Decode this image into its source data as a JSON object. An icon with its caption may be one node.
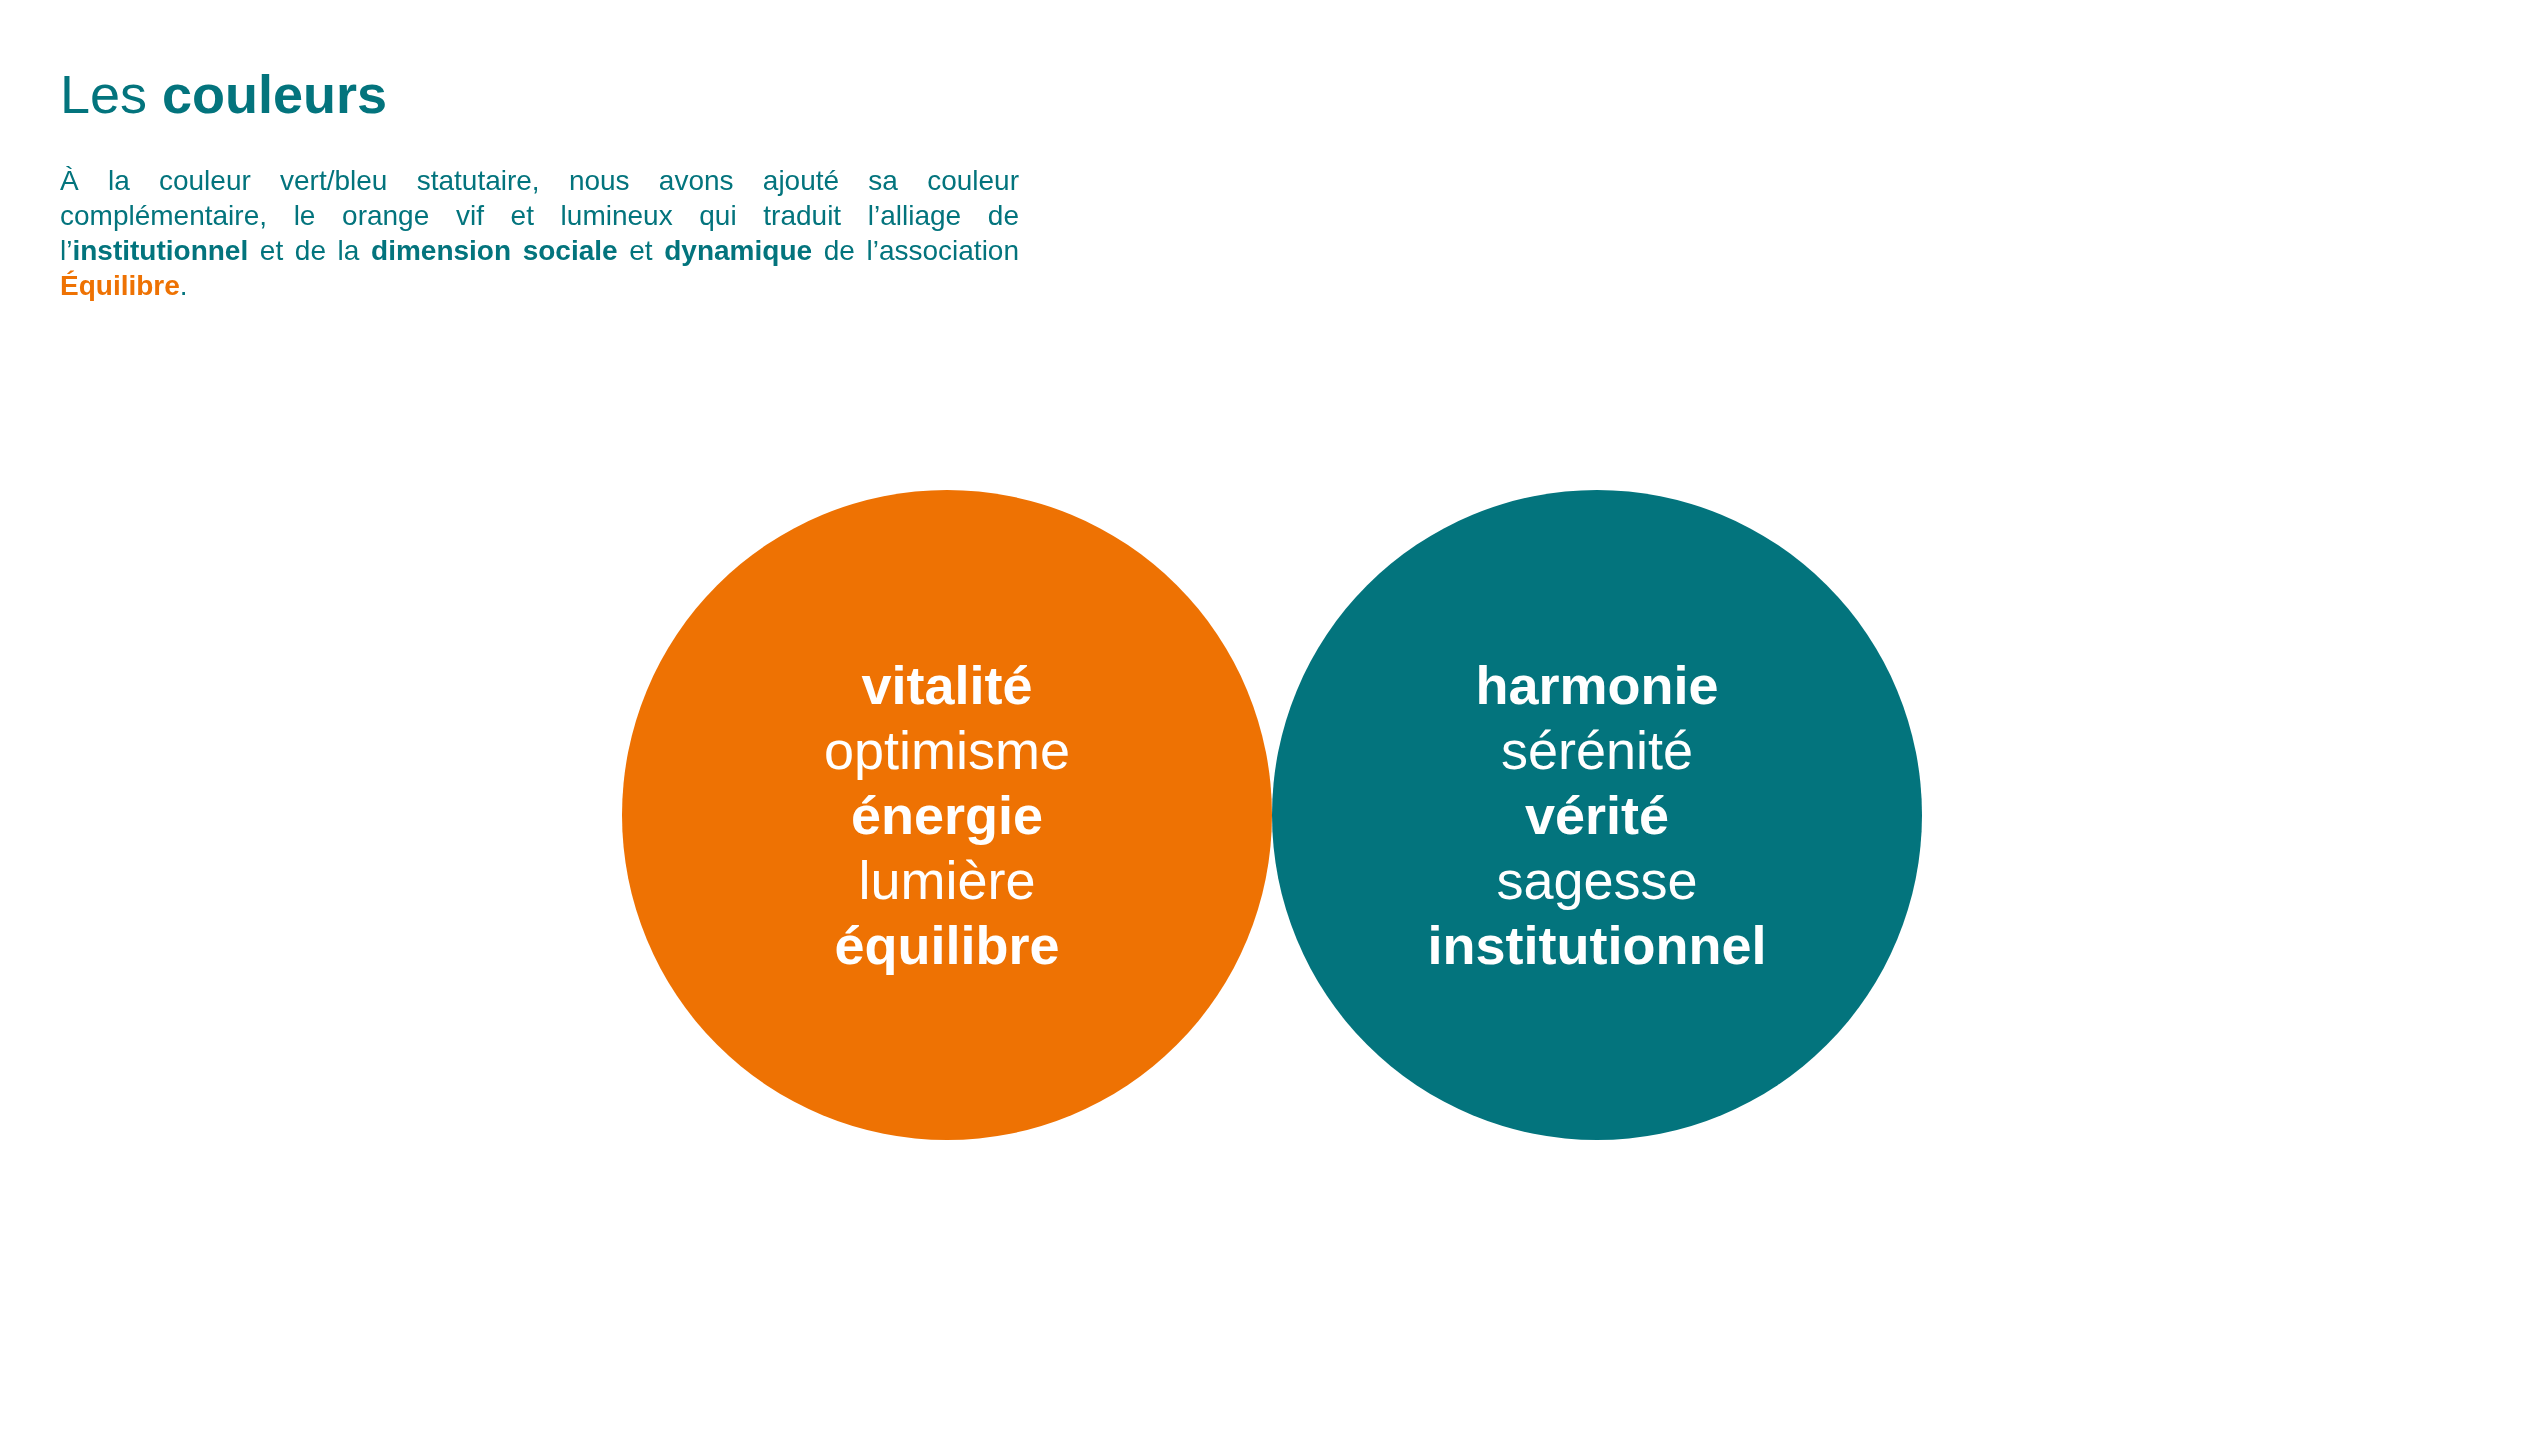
{
  "diagram": {
    "title": "Les **couleurs**",
    "nodes": [
      {
        "text": [
          "vitalité",
          "optimisme",
          "énergie",
          "lumière",
          "équilibre"
        ]
      },
      {
        "text": [
          "harmonie",
          "sérénité",
          "vérité",
          "sagesse",
          "institutionnel"
        ]
      }
    ],
    "labels": [
      "À la couleur vert/bleu statutaire, nous avons ajouté sa couleur complémentaire, le orange vif et lumineux qui traduit l’alliage de l’**institutionnel** et de la **dimension sociale** et **dynamique** de l’association **Équilibre**."
    ]
  }
}
